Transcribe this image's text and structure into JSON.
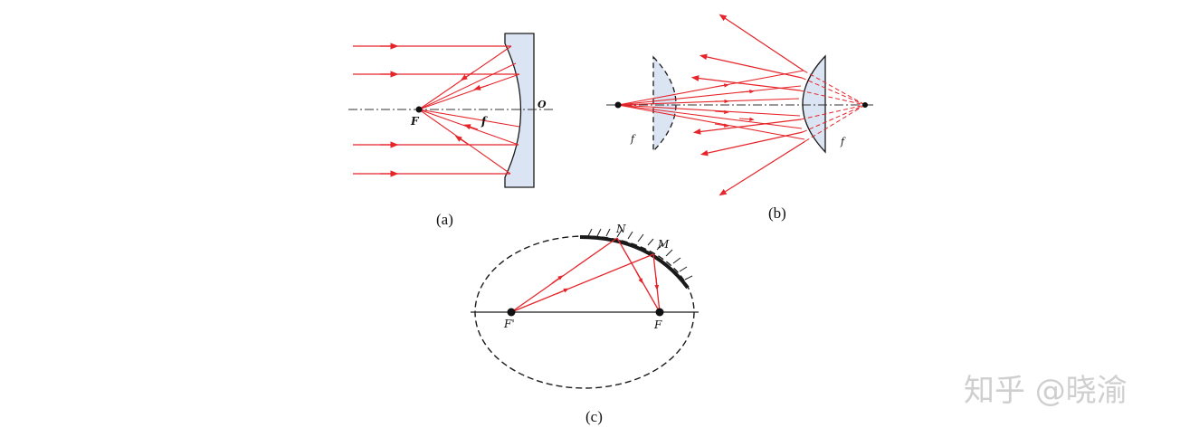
{
  "diagrams": {
    "a": {
      "caption": "(a)",
      "label_focus": "F",
      "label_focal": "f",
      "label_vertex": "O"
    },
    "b": {
      "caption": "(b)",
      "label_left_focal": "f",
      "label_right_focal": "f"
    },
    "c": {
      "caption": "(c)",
      "label_n": "N",
      "label_m": "M",
      "label_f_prime": "F'",
      "label_f": "F"
    }
  },
  "watermark": "知乎 @晓渝",
  "colors": {
    "ray": "#e5252a",
    "lens_fill": "#dbe4f3",
    "line": "#1a1a1a"
  }
}
